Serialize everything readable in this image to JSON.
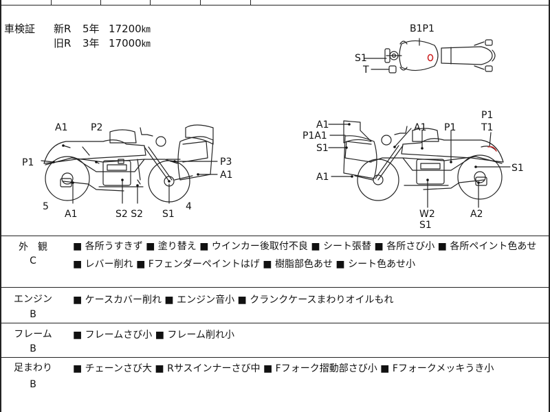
{
  "inspection": {
    "label": "車検証",
    "rows": [
      {
        "type": "新R",
        "years": "5年",
        "value": "17200",
        "unit": "㎞"
      },
      {
        "type": "旧R",
        "years": "3年",
        "value": "17000",
        "unit": "㎞"
      }
    ]
  },
  "top_view": {
    "labels": {
      "b1p1": "B1P1",
      "s1": "S1",
      "t": "T"
    }
  },
  "left_bike": {
    "labels": {
      "a1_top": "A1",
      "p2": "P2",
      "p1": "P1",
      "p3": "P3",
      "a1_right": "A1",
      "n5": "5",
      "a1_bottom": "A1",
      "s2_s2": "S2 S2",
      "s1_bottom": "S1",
      "n4": "4"
    }
  },
  "right_bike": {
    "labels": {
      "a1_box": "A1",
      "p1a1": "P1A1",
      "s1_left": "S1",
      "a1_mid": "A1",
      "a1_left": "A1",
      "p1_mid": "P1",
      "p1_top": "P1",
      "t1": "T1",
      "s1_right": "S1",
      "w2": "W2",
      "s1_bottom": "S1",
      "a2": "A2"
    }
  },
  "sections": [
    {
      "label": "外　観",
      "grade": "C",
      "text": "■ 各所うすきず ■ 塗り替え ■ ウインカー後取付不良 ■ シート張替 ■ 各所さび小 ■ 各所ペイント色あせ ■ レバー削れ ■ Fフェンダーペイントはげ ■ 樹脂部色あせ ■ シート色あせ小"
    },
    {
      "label": "エンジン",
      "grade": "B",
      "text": "■ ケースカバー削れ ■ エンジン音小 ■ クランクケースまわりオイルもれ"
    },
    {
      "label": "フレーム",
      "grade": "B",
      "text": "■ フレームさび小 ■ フレーム削れ小"
    },
    {
      "label": "足まわり",
      "grade": "B",
      "text": "■ チェーンさび大 ■ Rサスインナーさび中 ■ Fフォーク摺動部さび小 ■ Fフォークメッキうき小"
    }
  ],
  "colors": {
    "line": "#222222",
    "damage_mark": "#cc2222"
  }
}
